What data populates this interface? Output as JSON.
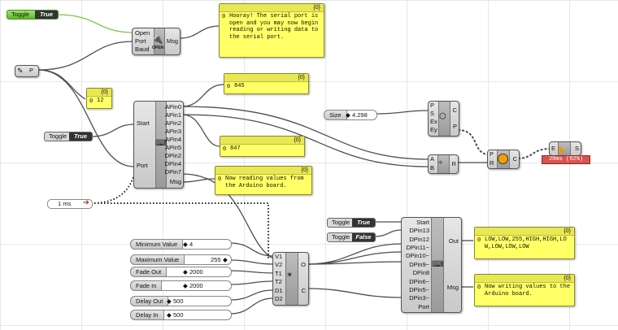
{
  "colors": {
    "panel": "#ffff66",
    "toggle_on": "#5dbb2a",
    "wire": "#4d4d4d",
    "timer_dot": "#222222",
    "warning": "#d9534f"
  },
  "toggles": {
    "top": {
      "label": "Toggle",
      "value": "True"
    },
    "start": {
      "label": "Toggle",
      "value": "True"
    },
    "right1": {
      "label": "Toggle",
      "value": "True"
    },
    "right2": {
      "label": "Toggle",
      "value": "False"
    }
  },
  "port_param": {
    "label": "P",
    "icon": "port-icon"
  },
  "open_component": {
    "inputs": [
      "Open",
      "Port",
      "Baud"
    ],
    "output": "Msg",
    "icon_text": "OPEN"
  },
  "panels": {
    "hooray": {
      "index": "{0}",
      "row": "0",
      "text": "Hooray! The serial port is open and you may now begin reading or writing data to the serial port."
    },
    "p845": {
      "index": "{0}",
      "row": "0",
      "text": "845"
    },
    "p12": {
      "index": "{0}",
      "row": "0",
      "text": "12"
    },
    "p847": {
      "index": "{0}",
      "row": "0",
      "text": "847"
    },
    "reading": {
      "index": "{0}",
      "row": "0",
      "text": "Now reading values from the Arduino board."
    },
    "out": {
      "index": "{0}",
      "row": "0",
      "text": "LOW,LOW,255,HIGH,HIGH,LOW,LOW,LOW,LOW"
    },
    "writing": {
      "index": "{0}",
      "row": "0",
      "text": "Now writing values to the Arduino board."
    }
  },
  "read_component": {
    "inputs": [
      "Start",
      "Port"
    ],
    "outputs": [
      "APin0",
      "APin1",
      "APin2",
      "APin3",
      "APin4",
      "APin5",
      "DPin2",
      "DPin4",
      "DPin7",
      "Msg"
    ]
  },
  "size_slider": {
    "label": "Size",
    "value": "4.298"
  },
  "component_a": {
    "inputs": [
      "P",
      "S",
      "Ex",
      "Ey"
    ],
    "outputs": [
      "C",
      "P"
    ]
  },
  "component_b": {
    "inputs": [
      "A",
      "B"
    ],
    "output": "R"
  },
  "component_c": {
    "inputs": [
      "P",
      "R"
    ],
    "output": "C"
  },
  "component_d": {
    "inputs": [
      "E"
    ],
    "output": "S",
    "status": "20ms (92%)"
  },
  "timer": {
    "label": "1 ms"
  },
  "sliders": [
    {
      "label": "Minimum Value",
      "value": "4"
    },
    {
      "label": "Maximum Value",
      "value": "255"
    },
    {
      "label": "Fade Out",
      "value": "2000"
    },
    {
      "label": "Fade In",
      "value": "2000"
    },
    {
      "label": "Delay Out",
      "value": "500"
    },
    {
      "label": "Delay In",
      "value": "500"
    }
  ],
  "fade_component": {
    "inputs": [
      "V1",
      "V2",
      "T1",
      "T2",
      "D1",
      "D2"
    ],
    "outputs": [
      "O",
      "C"
    ]
  },
  "write_component": {
    "inputs": [
      "Start",
      "DPin13",
      "DPin12",
      "DPin11~",
      "DPin10~",
      "DPin9~",
      "DPin8",
      "DPin6~",
      "DPin5~",
      "DPin3~",
      "Port"
    ],
    "outputs": [
      "Out",
      "Msg"
    ]
  }
}
